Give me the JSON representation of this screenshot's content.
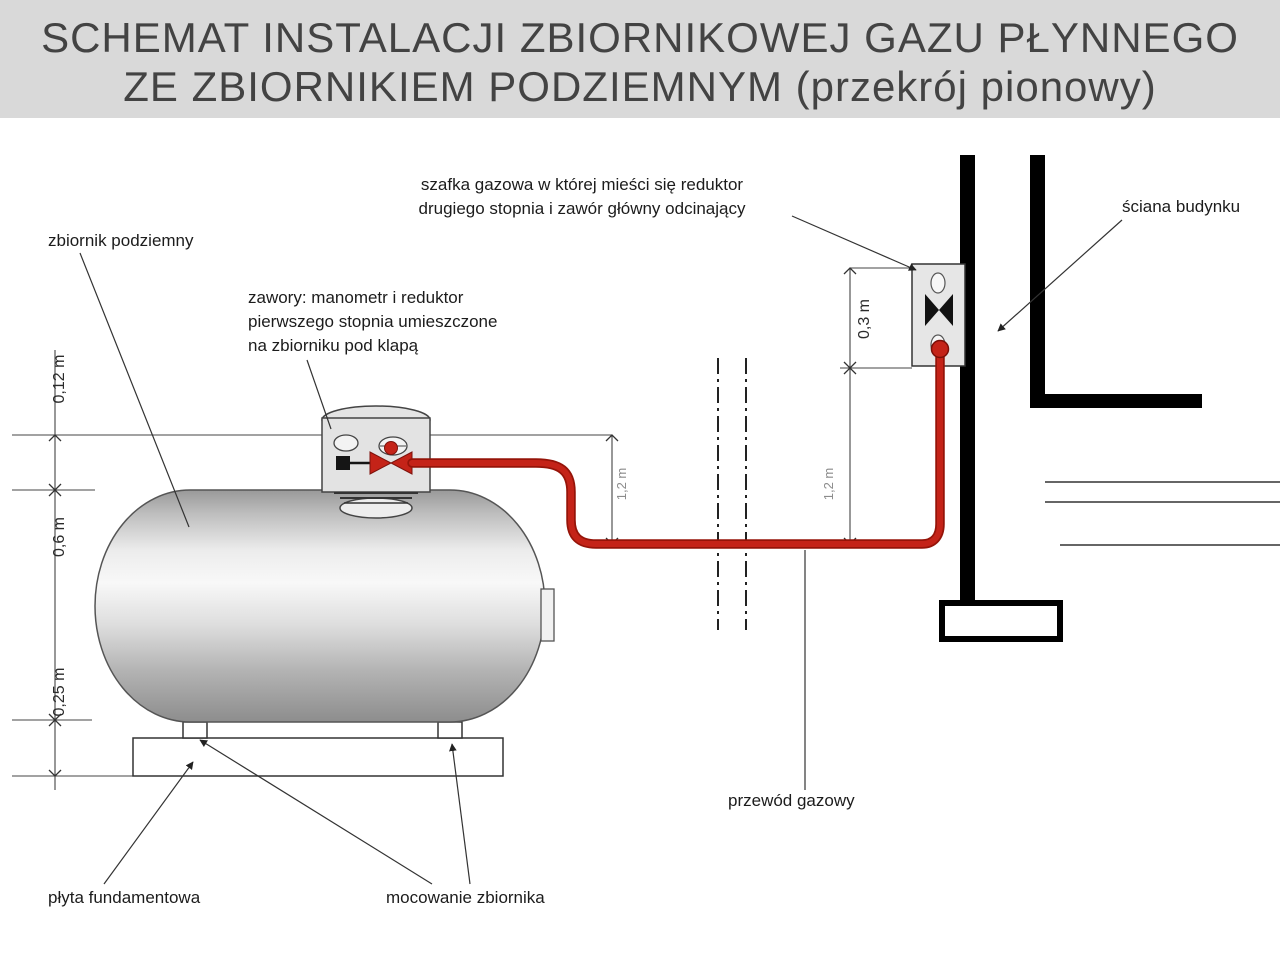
{
  "title": {
    "line1": "SCHEMAT INSTALACJI ZBIORNIKOWEJ GAZU PŁYNNEGO",
    "line2": "ZE ZBIORNIKIEM PODZIEMNYM (przekrój pionowy)"
  },
  "labels": {
    "cabinet_line1": "szafka gazowa w której mieści się reduktor",
    "cabinet_line2": "drugiego stopnia i zawór główny odcinający",
    "wall": "ściana budynku",
    "tank": "zbiornik podziemny",
    "valves_line1": "zawory: manometr i reduktor",
    "valves_line2": "pierwszego stopnia umieszczone",
    "valves_line3": "na zbiorniku pod klapą",
    "gas_pipe": "przewód gazowy",
    "foundation_plate": "płyta fundamentowa",
    "tank_mounting": "mocowanie zbiornika"
  },
  "dimensions": {
    "cover_depth": "0,12 m",
    "tank_depth": "0,6 m",
    "foundation_depth": "0,25 m",
    "cabinet_height": "0,3 m",
    "pipe_depth_left": "1,2 m",
    "pipe_depth_right": "1,2 m"
  },
  "colors": {
    "pipe": "#c42318",
    "header_bg": "#d9d9d9",
    "title": "#434343"
  }
}
